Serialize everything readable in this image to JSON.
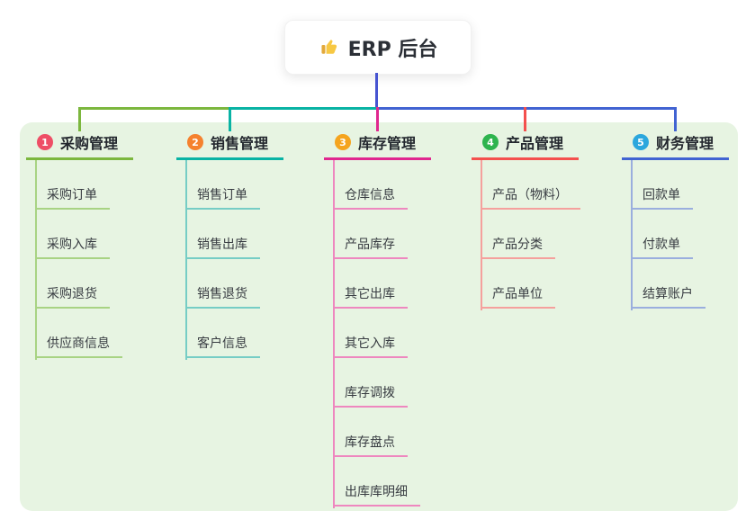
{
  "canvas": {
    "background": "#ffffff",
    "panel_color": "#e7f4e2"
  },
  "root": {
    "icon_name": "thumbs-up",
    "label": "ERP 后台",
    "connector_color": "#4754d1"
  },
  "branches": [
    {
      "badge": "1",
      "badge_color": "#ee4e66",
      "label": "采购管理",
      "line_color": "#7cb73e",
      "child_line_color": "#a8d383",
      "children": [
        "采购订单",
        "采购入库",
        "采购退货",
        "供应商信息"
      ]
    },
    {
      "badge": "2",
      "badge_color": "#f5812e",
      "label": "销售管理",
      "line_color": "#09b3a4",
      "child_line_color": "#76cdc5",
      "children": [
        "销售订单",
        "销售出库",
        "销售退货",
        "客户信息"
      ]
    },
    {
      "badge": "3",
      "badge_color": "#f5a41e",
      "label": "库存管理",
      "line_color": "#e0278f",
      "child_line_color": "#ee87bf",
      "children": [
        "仓库信息",
        "产品库存",
        "其它出库",
        "其它入库",
        "库存调拨",
        "库存盘点",
        "出库库明细"
      ]
    },
    {
      "badge": "4",
      "badge_color": "#2eb44e",
      "label": "产品管理",
      "line_color": "#f4504e",
      "child_line_color": "#f5a09d",
      "children": [
        "产品（物料）",
        "产品分类",
        "产品单位"
      ]
    },
    {
      "badge": "5",
      "badge_color": "#2ba7dd",
      "label": "财务管理",
      "line_color": "#4163d2",
      "child_line_color": "#9aaede",
      "children": [
        "回款单",
        "付款单",
        "结算账户"
      ]
    }
  ]
}
